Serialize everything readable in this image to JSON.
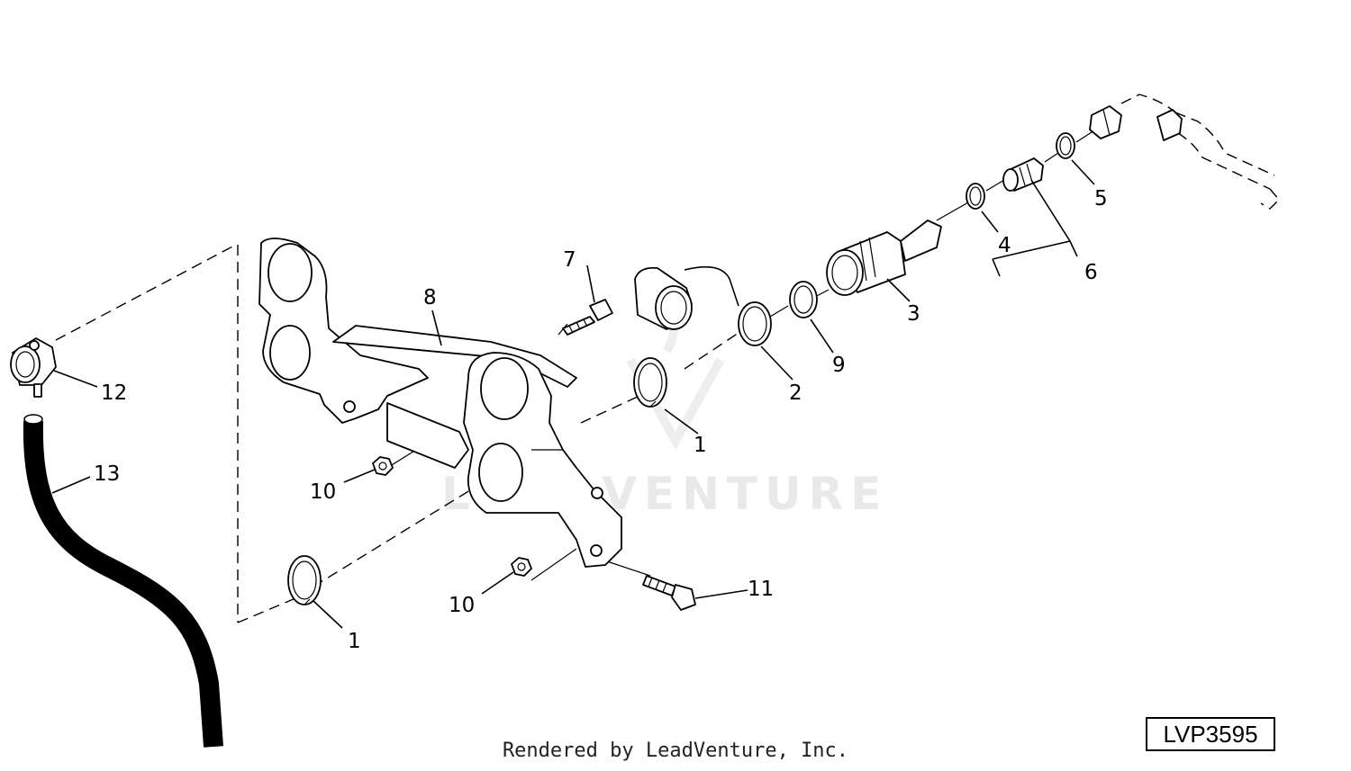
{
  "watermark": "LEADVENTURE",
  "callouts": {
    "c1a": "1",
    "c1b": "1",
    "c2": "2",
    "c3": "3",
    "c4": "4",
    "c5": "5",
    "c6": "6",
    "c7": "7",
    "c8": "8",
    "c9": "9",
    "c10a": "10",
    "c10b": "10",
    "c11": "11",
    "c12": "12",
    "c13": "13"
  },
  "footer": {
    "credit": "Rendered by LeadVenture, Inc.",
    "drawing_id": "LVP3595"
  }
}
